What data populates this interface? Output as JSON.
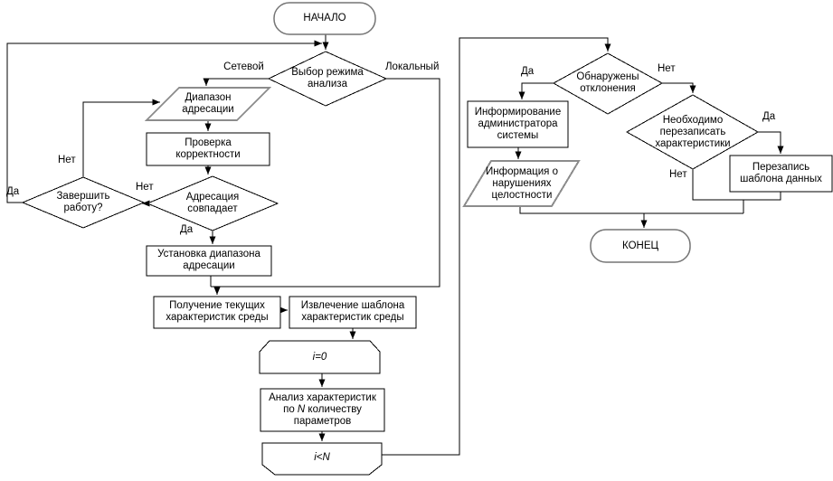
{
  "diagram": {
    "type": "flowchart",
    "language": "ru",
    "nodes": {
      "start": {
        "shape": "terminator",
        "label": "НАЧАЛО"
      },
      "mode_decision": {
        "shape": "decision",
        "label": "Выбор режима\nанализа"
      },
      "address_range": {
        "shape": "io",
        "label": "Диапазон\nадресации"
      },
      "correctness_check": {
        "shape": "process",
        "label": "Проверка\nкорректности"
      },
      "address_match": {
        "shape": "decision",
        "label": "Адресация\nсовпадает"
      },
      "finish_work": {
        "shape": "decision",
        "label": "Завершить\nработу?"
      },
      "set_range": {
        "shape": "process",
        "label": "Установка диапазона\nадресации"
      },
      "get_current": {
        "shape": "process",
        "label": "Получение текущих\nхарактеристик среды"
      },
      "extract_template": {
        "shape": "process",
        "label": "Извлечение шаблона\nхарактеристик среды"
      },
      "loop_begin": {
        "shape": "loop-start",
        "label": "i=0"
      },
      "analyze": {
        "shape": "process",
        "line1": "Анализ характеристик",
        "line2_pre": "по ",
        "line2_var": "N",
        "line2_post": " количеству",
        "line3": "параметров"
      },
      "loop_end": {
        "shape": "loop-end",
        "label": "i<N"
      },
      "deviations": {
        "shape": "decision",
        "label": "Обнаружены\nотклонения"
      },
      "inform_admin": {
        "shape": "process",
        "label": "Информирование\nадминистратора\nсистемы"
      },
      "violations_info": {
        "shape": "io",
        "label": "Информация о\nнарушениях\nцелостности"
      },
      "need_rewrite": {
        "shape": "decision",
        "label": "Необходимо\nперезаписать\nхарактеристики"
      },
      "rewrite_template": {
        "shape": "process",
        "label": "Перезапись\nшаблона данных"
      },
      "end": {
        "shape": "terminator",
        "label": "КОНЕЦ"
      }
    },
    "edge_labels": {
      "network": "Сетевой",
      "local": "Локальный",
      "no_finish": "Нет",
      "yes_finish": "Да",
      "no_match": "Нет",
      "yes_match": "Да",
      "yes_deviations": "Да",
      "no_deviations": "Нет",
      "yes_rewrite": "Да",
      "no_rewrite": "Нет"
    },
    "colors": {
      "line": "#000000",
      "shape_border": "#000000",
      "soft_border": "#8c8c8c",
      "background": "#ffffff",
      "text": "#000000"
    }
  }
}
